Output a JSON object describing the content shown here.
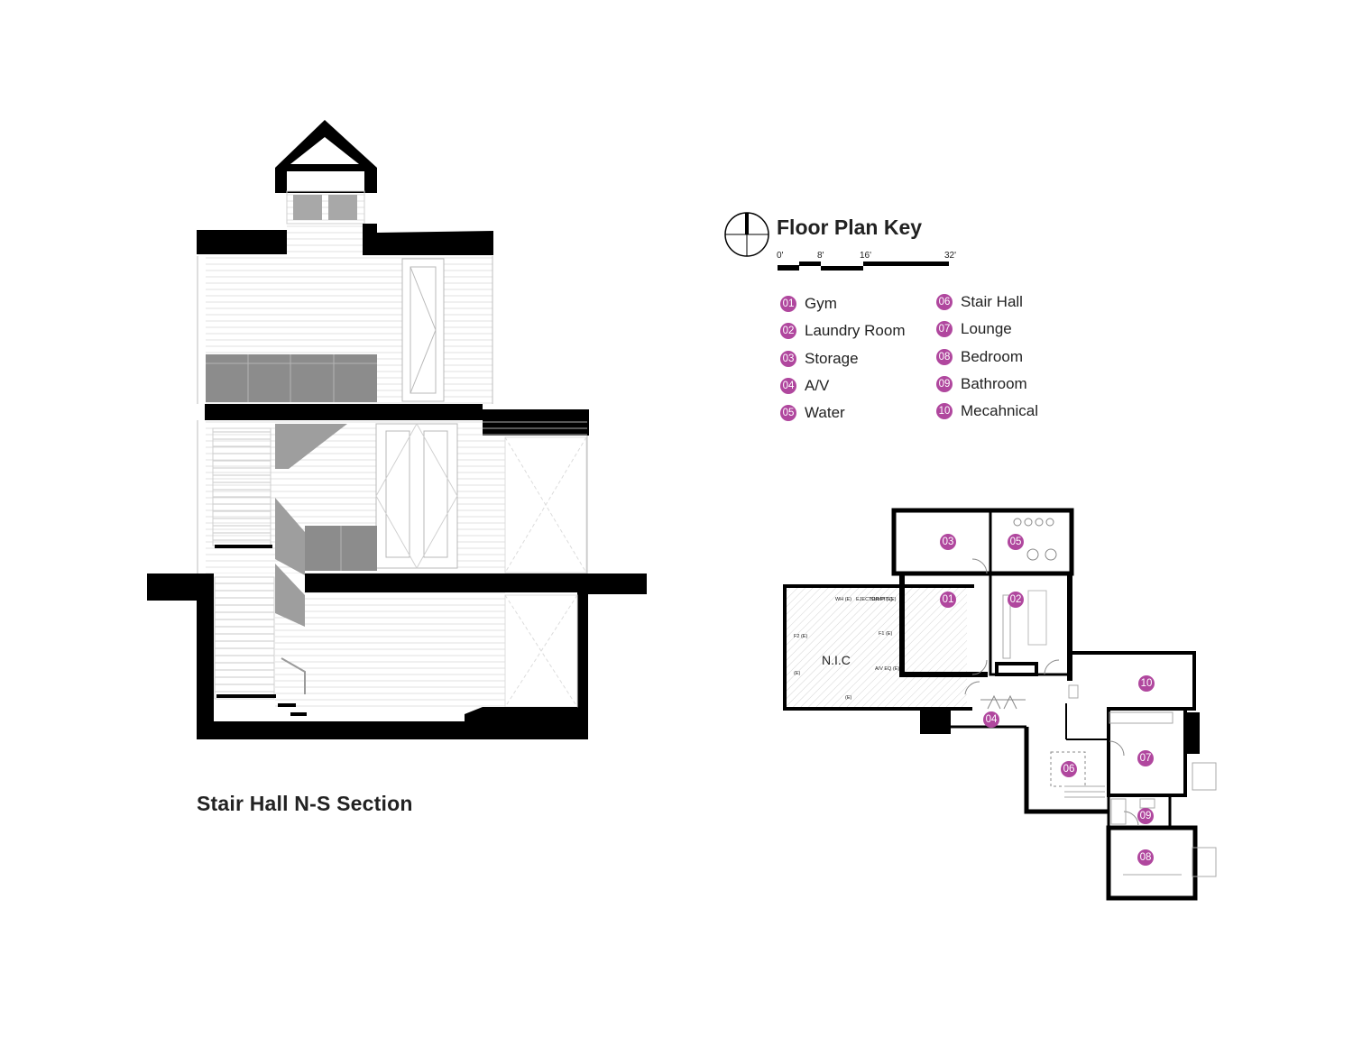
{
  "colors": {
    "accent_badge": "#b0479e",
    "wall": "#000000",
    "railing_gray": "#8c8c8c",
    "floor_hatch": "#d9d9d9"
  },
  "section": {
    "title": "Stair Hall N-S Section"
  },
  "floor_plan_key": {
    "title": "Floor Plan Key",
    "scale_labels": [
      "0'",
      "8'",
      "16'",
      "32'"
    ],
    "items": [
      {
        "num": "01",
        "label": "Gym"
      },
      {
        "num": "02",
        "label": "Laundry Room"
      },
      {
        "num": "03",
        "label": "Storage"
      },
      {
        "num": "04",
        "label": "A/V"
      },
      {
        "num": "05",
        "label": "Water"
      },
      {
        "num": "06",
        "label": "Stair Hall"
      },
      {
        "num": "07",
        "label": "Lounge"
      },
      {
        "num": "08",
        "label": "Bedroom"
      },
      {
        "num": "09",
        "label": "Bathroom"
      },
      {
        "num": "10",
        "label": "Mecahnical"
      }
    ]
  },
  "plan": {
    "nic_label": "N.I.C",
    "room_tags": [
      "03",
      "05",
      "01",
      "02",
      "10",
      "04",
      "06",
      "07",
      "09",
      "08"
    ],
    "equipment_labels": [
      "WH (E)",
      "EJECTOR PIT (E)",
      "SUMP (E)",
      "F2 (E)",
      "F1 (E)",
      "(E)",
      "A/V EQ (E)",
      "(E)"
    ]
  }
}
